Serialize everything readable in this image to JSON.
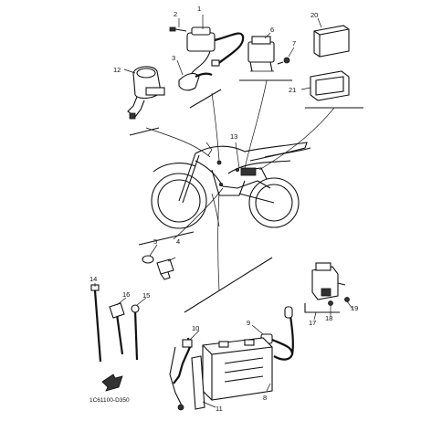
{
  "diagram": {
    "code": "1C61100-D350",
    "callouts": [
      {
        "id": "c1",
        "label": "1"
      },
      {
        "id": "c2",
        "label": "2"
      },
      {
        "id": "c3",
        "label": "3"
      },
      {
        "id": "c4",
        "label": "4"
      },
      {
        "id": "c5",
        "label": "5"
      },
      {
        "id": "c6",
        "label": "6"
      },
      {
        "id": "c7",
        "label": "7"
      },
      {
        "id": "c8",
        "label": "8"
      },
      {
        "id": "c9",
        "label": "9"
      },
      {
        "id": "c10",
        "label": "10"
      },
      {
        "id": "c11",
        "label": "11"
      },
      {
        "id": "c12",
        "label": "12"
      },
      {
        "id": "c13",
        "label": "13"
      },
      {
        "id": "c14",
        "label": "14"
      },
      {
        "id": "c15",
        "label": "15"
      },
      {
        "id": "c16",
        "label": "16"
      },
      {
        "id": "c17",
        "label": "17"
      },
      {
        "id": "c18",
        "label": "18"
      },
      {
        "id": "c19",
        "label": "19"
      },
      {
        "id": "c20",
        "label": "20"
      },
      {
        "id": "c21",
        "label": "21"
      }
    ]
  }
}
